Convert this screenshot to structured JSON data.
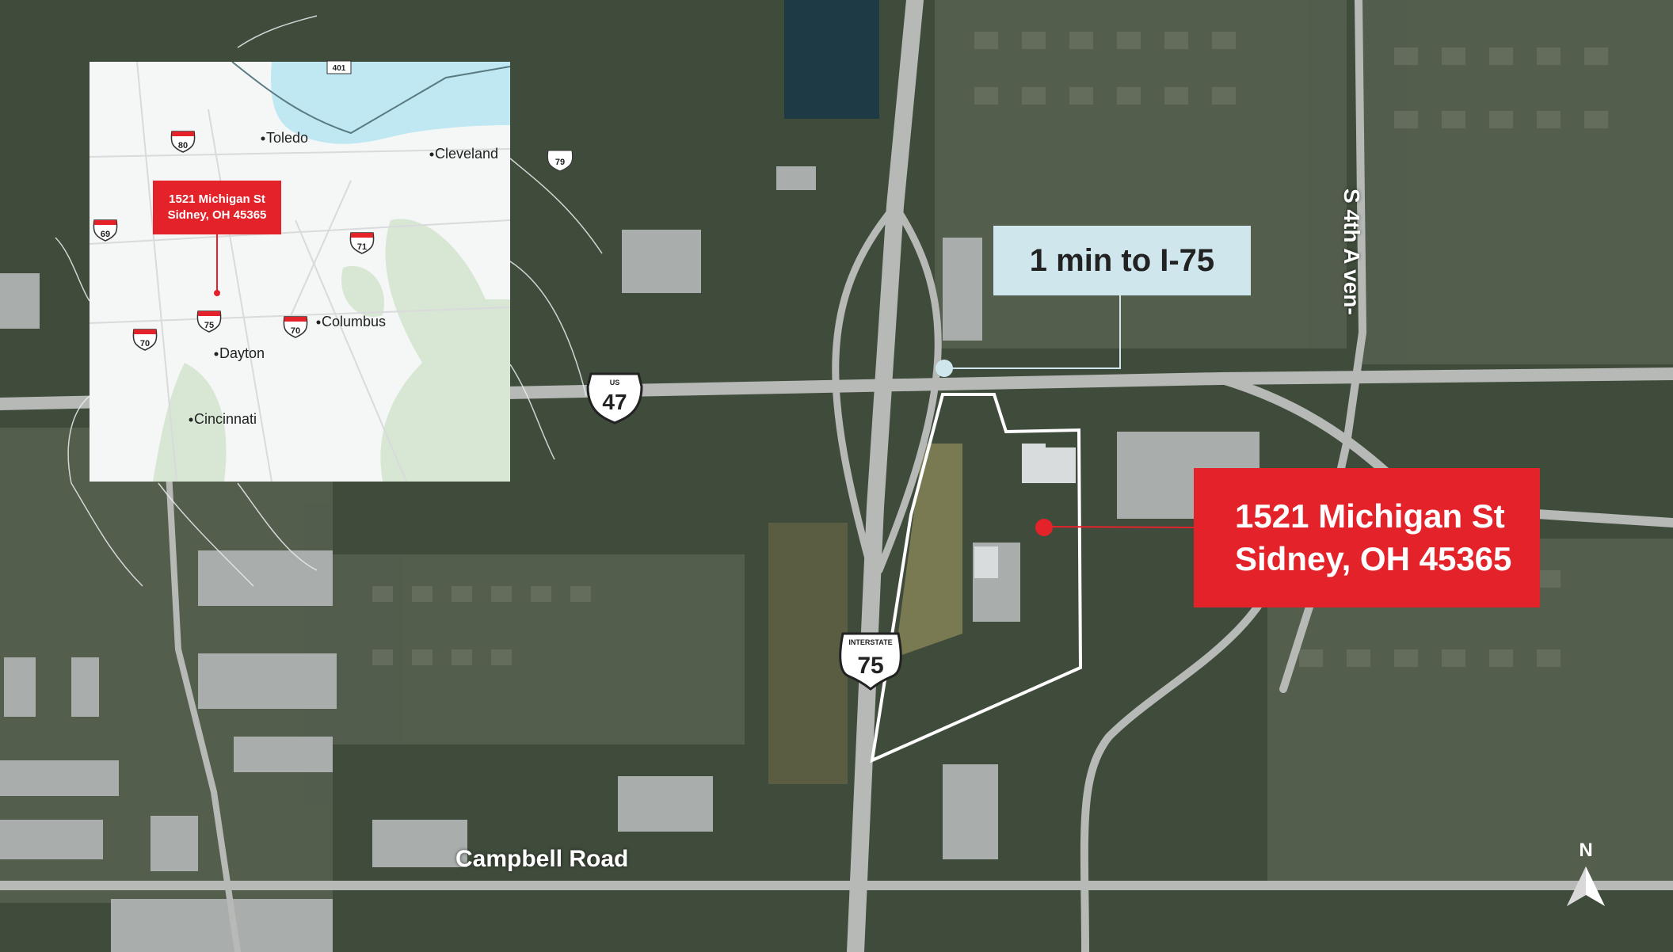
{
  "map": {
    "callouts": {
      "address_line1": "1521 Michigan St",
      "address_line2": "Sidney, OH 45365",
      "interstate_time": "1 min to I-75"
    },
    "road_labels": {
      "campbell": "Campbell Road",
      "fourth_ave": "S 4th A ven-"
    },
    "shields": {
      "us47_top": "US",
      "us47_num": "47",
      "i75_top": "INTERSTATE",
      "i75_num": "75"
    },
    "north_label": "N",
    "colors": {
      "callout_red": "#e3222a",
      "callout_blue": "#cfe6ec",
      "parcel_outline": "#ffffff",
      "marker": "#e3222a"
    }
  },
  "inset": {
    "label_line1": "1521 Michigan St",
    "label_line2": "Sidney, OH 45365",
    "cities": [
      "Toledo",
      "Cleveland",
      "Columbus",
      "Dayton",
      "Cincinnati"
    ],
    "interstates": [
      "80",
      "69",
      "71",
      "75",
      "70",
      "70"
    ],
    "us_route_shield": "401",
    "us_route_79": "79"
  }
}
